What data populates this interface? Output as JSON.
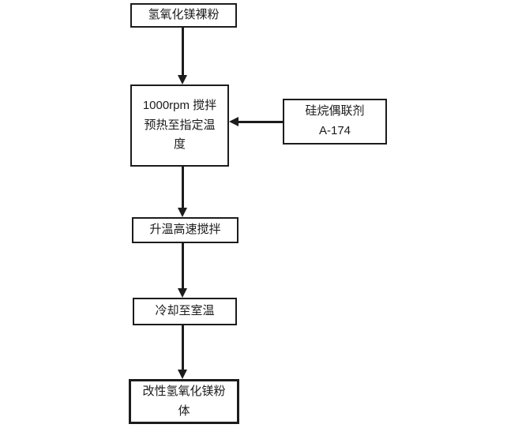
{
  "diagram": {
    "type": "flowchart",
    "colors": {
      "line": "#1c1c1c",
      "background": "#ffffff"
    },
    "nodes": {
      "raw": {
        "label": "氢氧化镁裸粉"
      },
      "preheat": {
        "label": "1000rpm 搅拌\n预热至指定温\n度"
      },
      "silane": {
        "label": "硅烷偶联剂\nA-174"
      },
      "heat": {
        "label": "升温高速搅拌"
      },
      "cool": {
        "label": "冷却至室温"
      },
      "product": {
        "label": "改性氢氧化镁粉\n体"
      }
    },
    "edges": [
      {
        "from": "raw",
        "to": "preheat",
        "direction": "down"
      },
      {
        "from": "silane",
        "to": "preheat",
        "direction": "left"
      },
      {
        "from": "preheat",
        "to": "heat",
        "direction": "down"
      },
      {
        "from": "heat",
        "to": "cool",
        "direction": "down"
      },
      {
        "from": "cool",
        "to": "product",
        "direction": "down"
      }
    ]
  }
}
